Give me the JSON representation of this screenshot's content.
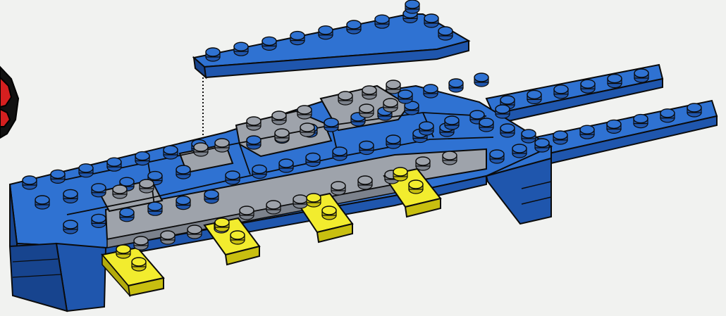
{
  "illustration": {
    "kind": "building-instruction-step",
    "subject": "lego-brick-assembly",
    "colors": {
      "background": "#f1f2f0",
      "blue_top": "#2f72d2",
      "blue_front": "#1f56ad",
      "blue_side": "#17448e",
      "gray_top": "#9ea3ab",
      "gray_front": "#7c828c",
      "yellow_top": "#f2ec2e",
      "yellow_front": "#c8bf10",
      "red": "#d51f1f",
      "outline": "#0b0b0b"
    },
    "parts": {
      "top_plate": "blue-plate-with-right-bend",
      "base": "blue-stepped-base",
      "fill": "gray-plates",
      "tabs_count": 4,
      "prongs_count": 2
    },
    "callouts": {
      "placement_guide": "dotted-line",
      "previous_step_fragment": "red-black-piece"
    }
  }
}
